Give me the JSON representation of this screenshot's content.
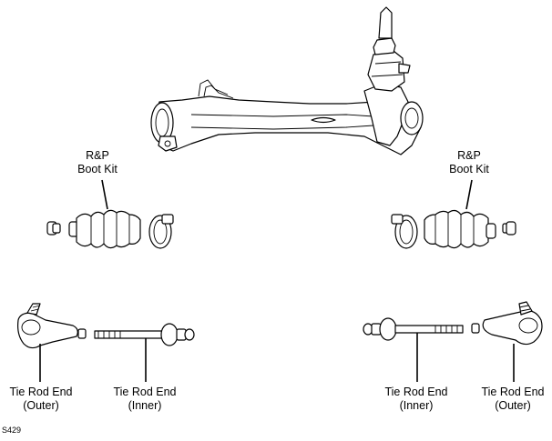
{
  "labels": {
    "boot_kit_left": {
      "line1": "R&P",
      "line2": "Boot Kit"
    },
    "boot_kit_right": {
      "line1": "R&P",
      "line2": "Boot Kit"
    },
    "tie_rod_end_outer_left": {
      "line1": "Tie Rod End",
      "line2": "(Outer)"
    },
    "tie_rod_end_inner_left": {
      "line1": "Tie Rod End",
      "line2": "(Inner)"
    },
    "tie_rod_end_inner_right": {
      "line1": "Tie Rod End",
      "line2": "(Inner)"
    },
    "tie_rod_end_outer_right": {
      "line1": "Tie Rod End",
      "line2": "(Outer)"
    }
  },
  "figure_id": "S429"
}
